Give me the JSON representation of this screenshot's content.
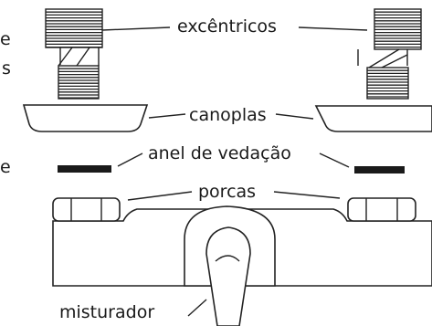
{
  "labels": {
    "excentricos": "excêntricos",
    "canoplas": "canoplas",
    "anel_vedacao": "anel de vedação",
    "porcas": "porcas",
    "misturador": "misturador"
  },
  "edge_text": {
    "line1": "e",
    "line2": "s",
    "line3": "e"
  },
  "colors": {
    "stroke": "#222222",
    "seal": "#1a1a1a",
    "background": "#ffffff"
  }
}
